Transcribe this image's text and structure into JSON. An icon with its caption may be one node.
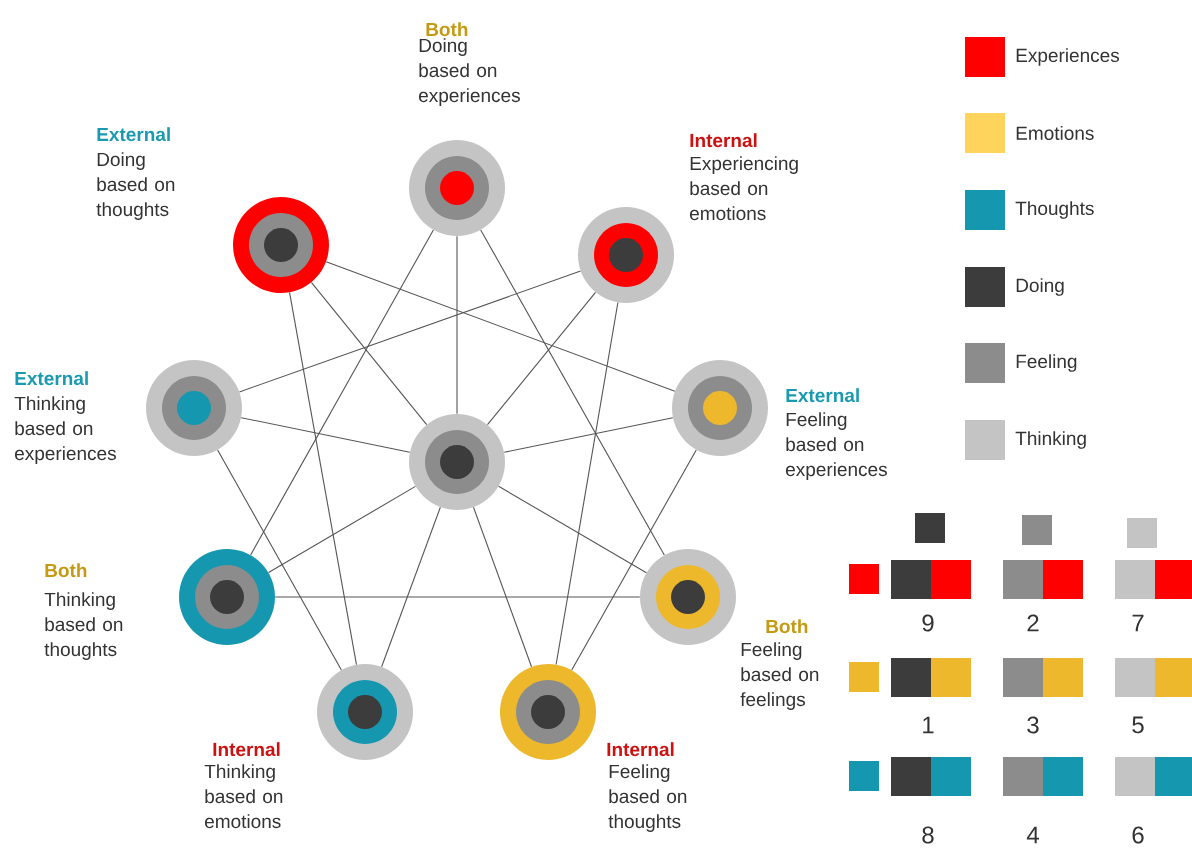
{
  "diagram": {
    "nodes": [
      {
        "text": [
          "Both",
          "Doing based on experiences"
        ]
      },
      {
        "text": [
          "External",
          "Doing based on thoughts"
        ]
      },
      {
        "text": [
          "Internal",
          "Experiencing based on emotions"
        ]
      },
      {
        "text": [
          "External",
          "Thinking based on experiences"
        ]
      },
      {
        "text": [
          "External",
          "Feeling based on experiences"
        ]
      },
      {
        "text": [],
        "shape": "circle"
      },
      {
        "text": [
          "Both",
          "Thinking based on thoughts"
        ]
      },
      {
        "text": [
          "Both",
          "Feeling based on feelings"
        ]
      },
      {
        "text": [
          "Internal",
          "Thinking based on emotions"
        ]
      },
      {
        "text": [
          "Internal",
          "Feeling based on thoughts"
        ]
      }
    ],
    "edges": [
      {
        "from": 5,
        "to": 0,
        "arrow": "none"
      },
      {
        "from": 5,
        "to": 1,
        "arrow": "none"
      },
      {
        "from": 5,
        "to": 2,
        "arrow": "none"
      },
      {
        "from": 5,
        "to": 3,
        "arrow": "none"
      },
      {
        "from": 5,
        "to": 4,
        "arrow": "none"
      },
      {
        "from": 5,
        "to": 6,
        "arrow": "none"
      },
      {
        "from": 5,
        "to": 7,
        "arrow": "none"
      },
      {
        "from": 5,
        "to": 8,
        "arrow": "none"
      },
      {
        "from": 5,
        "to": 9,
        "arrow": "none"
      },
      {
        "from": 0,
        "to": 6,
        "arrow": "none"
      },
      {
        "from": 0,
        "to": 7,
        "arrow": "none"
      },
      {
        "from": 1,
        "to": 4,
        "arrow": "none"
      },
      {
        "from": 1,
        "to": 8,
        "arrow": "none"
      },
      {
        "from": 2,
        "to": 3,
        "arrow": "none"
      },
      {
        "from": 2,
        "to": 9,
        "arrow": "none"
      },
      {
        "from": 3,
        "to": 8,
        "arrow": "none"
      },
      {
        "from": 4,
        "to": 9,
        "arrow": "none"
      },
      {
        "from": 6,
        "to": 7,
        "arrow": "none"
      }
    ],
    "labels": [
      "9",
      "2",
      "7",
      "1",
      "3",
      "5",
      "8",
      "4",
      "6"
    ],
    "legend": [
      {
        "text": "Experiences",
        "color": "#ff0000"
      },
      {
        "text": "Emotions",
        "color": "#ffd45c"
      },
      {
        "text": "Thoughts",
        "color": "#1597b0"
      },
      {
        "text": "Doing",
        "color": "#3c3c3c"
      },
      {
        "text": "Feeling",
        "color": "#8c8c8c"
      },
      {
        "text": "Thinking",
        "color": "#c4c4c4"
      }
    ]
  }
}
